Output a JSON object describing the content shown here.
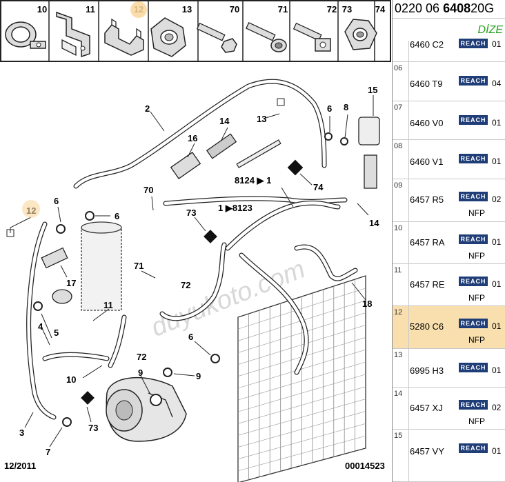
{
  "header": {
    "ref_prefix": "0220 06",
    "ref_bold": "6408",
    "ref_suffix": "20G",
    "subtitle": "DİZE"
  },
  "diagram": {
    "date": "12/2011",
    "drawing_number": "00014523",
    "watermark": "duyukoto.com",
    "icon_strip": [
      "10",
      "11",
      "12",
      "13",
      "70",
      "71",
      "72",
      "73",
      "74"
    ],
    "callouts": [
      "2",
      "13",
      "6",
      "8",
      "15",
      "14",
      "16",
      "8124 ▶ 1",
      "74",
      "70",
      "1 ▶8123",
      "73",
      "6",
      "12",
      "6",
      "17",
      "71",
      "72",
      "11",
      "4",
      "5",
      "3",
      "7",
      "10",
      "72",
      "73",
      "9",
      "9",
      "6",
      "18",
      "14"
    ]
  },
  "parts": {
    "partial_top": {
      "code": "6460 C2",
      "qty": "01"
    },
    "reach_label": "REACH",
    "rows": [
      {
        "idx": "06",
        "code": "6460 T9",
        "qty": "04",
        "nfp": ""
      },
      {
        "idx": "07",
        "code": "6460 V0",
        "qty": "01",
        "nfp": ""
      },
      {
        "idx": "08",
        "code": "6460 V1",
        "qty": "01",
        "nfp": ""
      },
      {
        "idx": "09",
        "code": "6457 R5",
        "qty": "02",
        "nfp": "NFP"
      },
      {
        "idx": "10",
        "code": "6457 RA",
        "qty": "01",
        "nfp": "NFP"
      },
      {
        "idx": "11",
        "code": "6457 RE",
        "qty": "01",
        "nfp": "NFP"
      },
      {
        "idx": "12",
        "code": "5280 C6",
        "qty": "01",
        "nfp": "NFP"
      },
      {
        "idx": "13",
        "code": "6995 H3",
        "qty": "01",
        "nfp": ""
      },
      {
        "idx": "14",
        "code": "6457 XJ",
        "qty": "02",
        "nfp": "NFP"
      },
      {
        "idx": "15",
        "code": "6457 VY",
        "qty": "01",
        "nfp": ""
      }
    ],
    "highlight_color": "#f9dfae",
    "reach_color": "#1f3e78"
  }
}
